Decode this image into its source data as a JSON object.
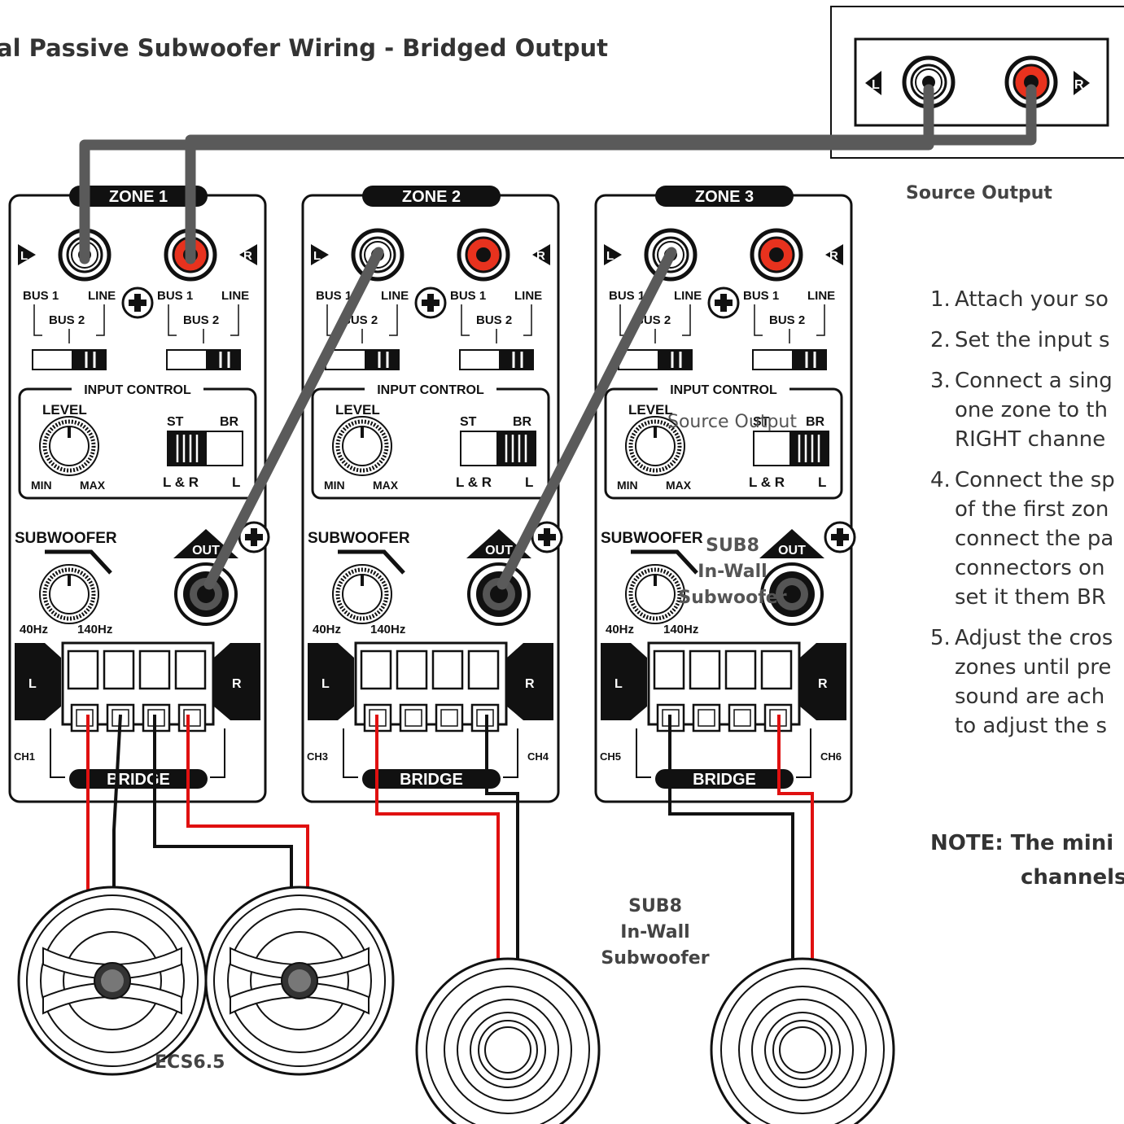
{
  "title": "al Passive Subwoofer Wiring - Bridged Output",
  "source_label": "Source Output",
  "source_label_overlap": "Source Output",
  "source_jacks": {
    "left": "L",
    "right": "R"
  },
  "zones": [
    {
      "name": "ZONE 1",
      "ch_left": "CH1",
      "ch_right": ""
    },
    {
      "name": "ZONE 2",
      "ch_left": "CH3",
      "ch_right": "CH4"
    },
    {
      "name": "ZONE 3",
      "ch_left": "CH5",
      "ch_right": "CH6"
    }
  ],
  "panel_labels": {
    "left": "L",
    "right": "R",
    "bus1": "BUS 1",
    "bus2": "BUS 2",
    "line": "LINE",
    "input_control": "INPUT CONTROL",
    "level": "LEVEL",
    "min": "MIN",
    "max": "MAX",
    "st": "ST",
    "br": "BR",
    "lr": "L & R",
    "l": "L",
    "subwoofer": "SUBWOOFER",
    "hz40": "40Hz",
    "hz140": "140Hz",
    "out": "OUT",
    "bridge": "BRIDGE"
  },
  "speaker_label_ecs": "ECS6.5",
  "speaker_label_sub": [
    "SUB8",
    "In-Wall",
    "Subwoofer"
  ],
  "speaker_label_sub_overlap": [
    "SUB8",
    "In-Wall",
    "Subwoofer"
  ],
  "steps": [
    {
      "num": "1.",
      "lines": [
        "Attach your so"
      ]
    },
    {
      "num": "2.",
      "lines": [
        "Set the input s"
      ]
    },
    {
      "num": "3.",
      "lines": [
        "Connect a sing",
        "one zone to th",
        "RIGHT channe"
      ]
    },
    {
      "num": "4.",
      "lines": [
        "Connect the sp",
        "of the first zon",
        "connect the pa",
        "connectors on",
        "set it them BR"
      ]
    },
    {
      "num": "5.",
      "lines": [
        "Adjust the cros",
        "zones until pre",
        "sound are ach",
        "to adjust the s"
      ]
    }
  ],
  "note": [
    "NOTE: The mini",
    "channels"
  ],
  "colors": {
    "wire_gray": "#5a5a5a",
    "rca_red": "#e8321e",
    "speaker_red": "#e01010",
    "black": "#111111"
  }
}
